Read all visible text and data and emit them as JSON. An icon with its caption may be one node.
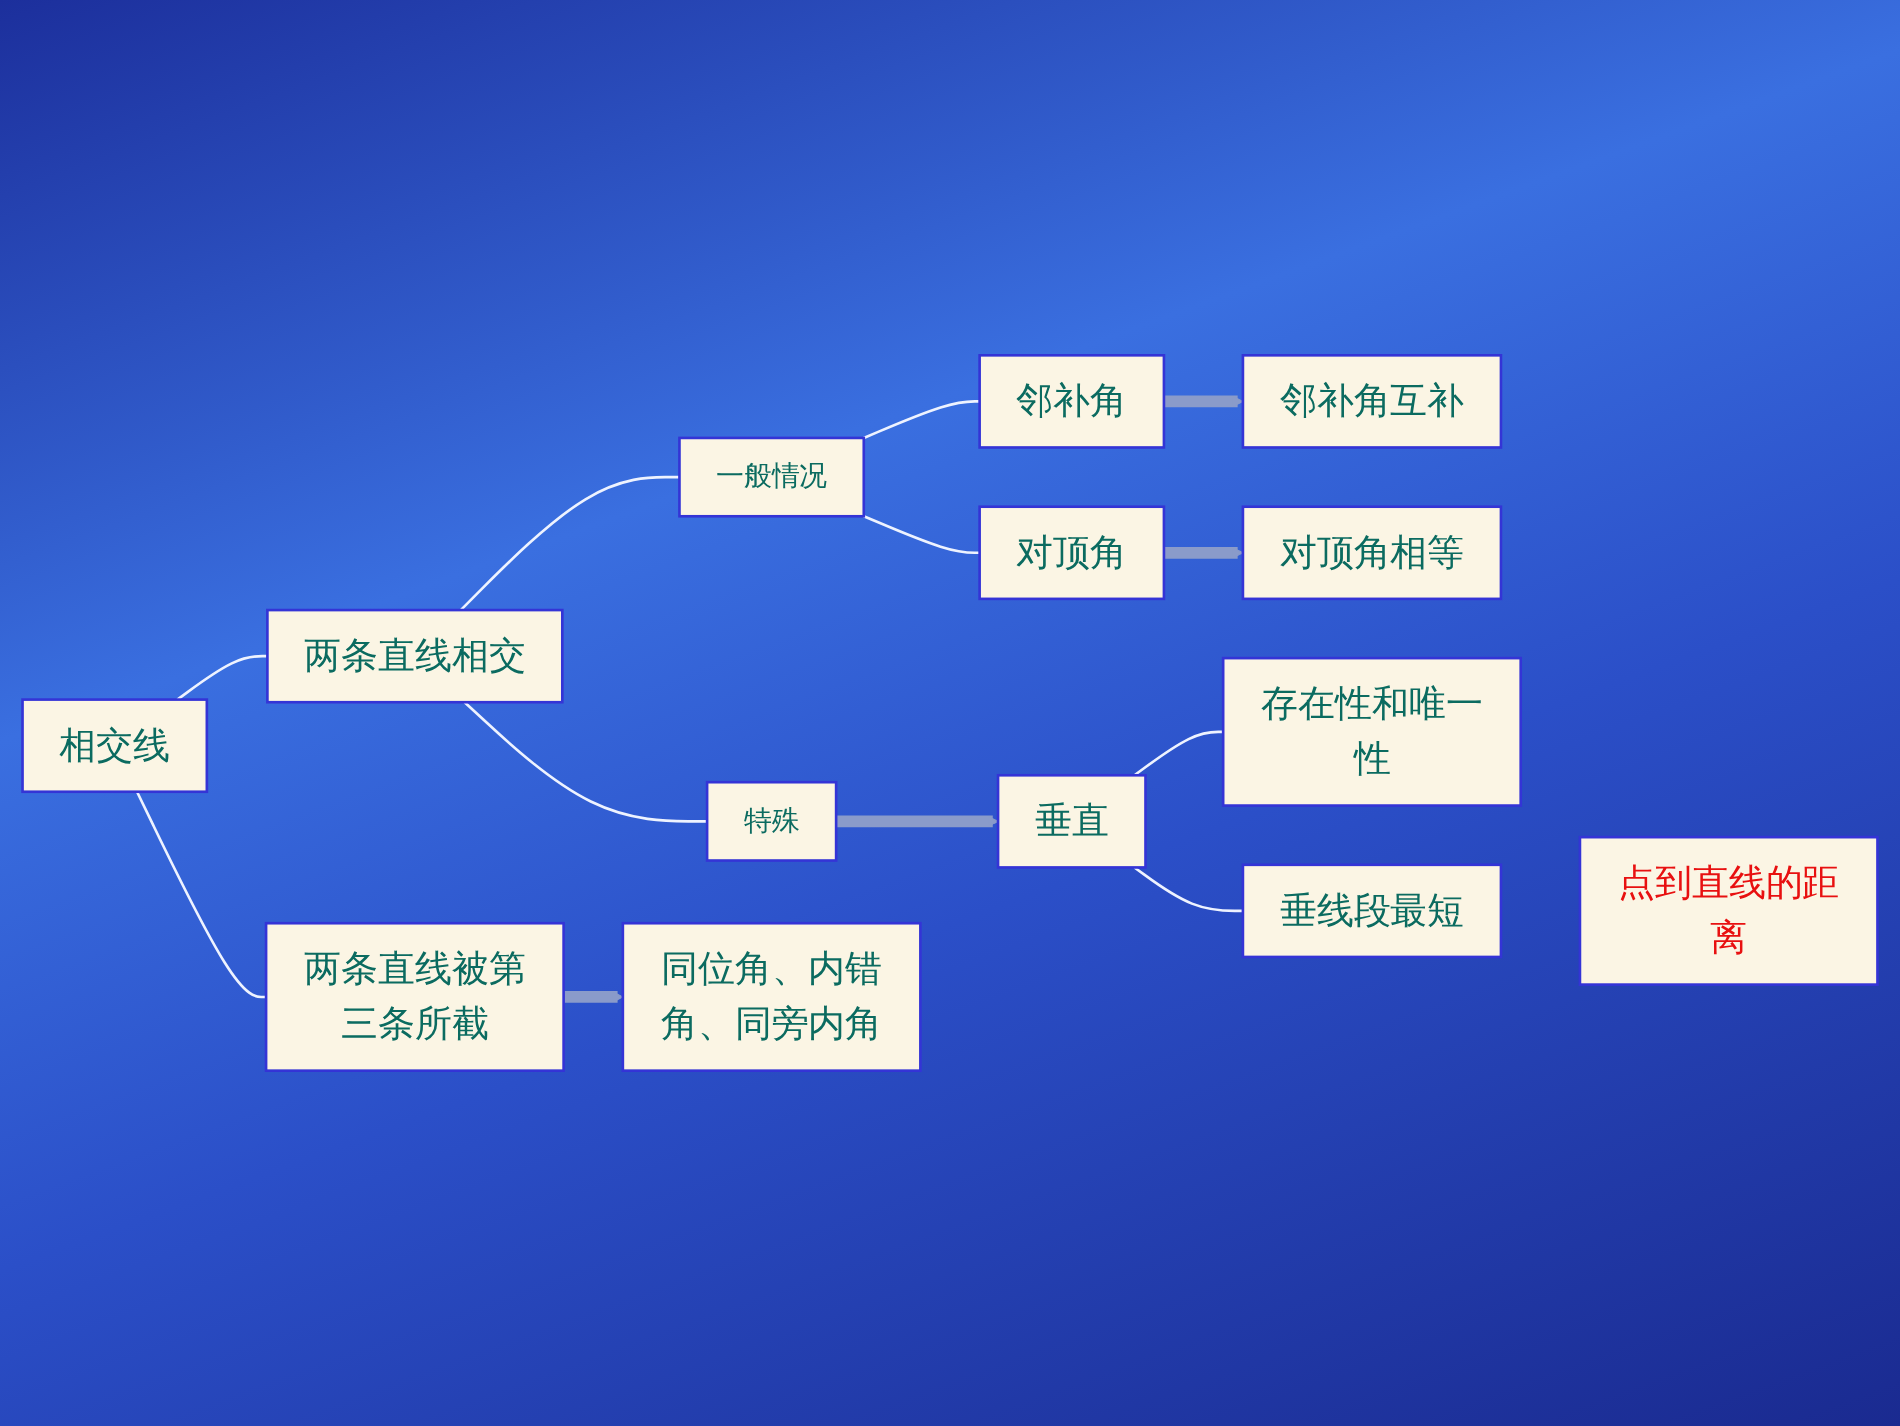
{
  "diagram": {
    "nodes": [
      {
        "text": [
          "相交线"
        ]
      },
      {
        "text": [
          "两条直线相交"
        ]
      },
      {
        "text": [
          "一般情况"
        ]
      },
      {
        "text": [
          "邻补角"
        ]
      },
      {
        "text": [
          "邻补角互补"
        ]
      },
      {
        "text": [
          "对顶角"
        ]
      },
      {
        "text": [
          "对顶角相等"
        ]
      },
      {
        "text": [
          "特殊"
        ]
      },
      {
        "text": [
          "垂直"
        ]
      },
      {
        "text": [
          "存在性和唯一性"
        ]
      },
      {
        "text": [
          "垂线段最短"
        ]
      },
      {
        "text": [
          "点到直线的距离"
        ]
      },
      {
        "text": [
          "两条直线被第三条所截"
        ]
      },
      {
        "text": [
          "同位角、内错角、同旁内角"
        ]
      }
    ],
    "edges": [
      {
        "from": 0,
        "to": 1,
        "arrow": "none"
      },
      {
        "from": 0,
        "to": 12,
        "arrow": "none"
      },
      {
        "from": 1,
        "to": 2,
        "arrow": "none"
      },
      {
        "from": 1,
        "to": 7,
        "arrow": "none"
      },
      {
        "from": 2,
        "to": 3,
        "arrow": "none"
      },
      {
        "from": 2,
        "to": 5,
        "arrow": "none"
      },
      {
        "from": 3,
        "to": 4,
        "arrow": "to",
        "style": "thick",
        "color": "#8a9bca"
      },
      {
        "from": 5,
        "to": 6,
        "arrow": "to",
        "style": "thick",
        "color": "#8a9bca"
      },
      {
        "from": 7,
        "to": 8,
        "arrow": "to",
        "style": "thick",
        "color": "#8a9bca"
      },
      {
        "from": 8,
        "to": 9,
        "arrow": "none"
      },
      {
        "from": 8,
        "to": 10,
        "arrow": "none"
      },
      {
        "from": 12,
        "to": 13,
        "arrow": "to",
        "style": "thick",
        "color": "#8a9bca"
      }
    ]
  }
}
